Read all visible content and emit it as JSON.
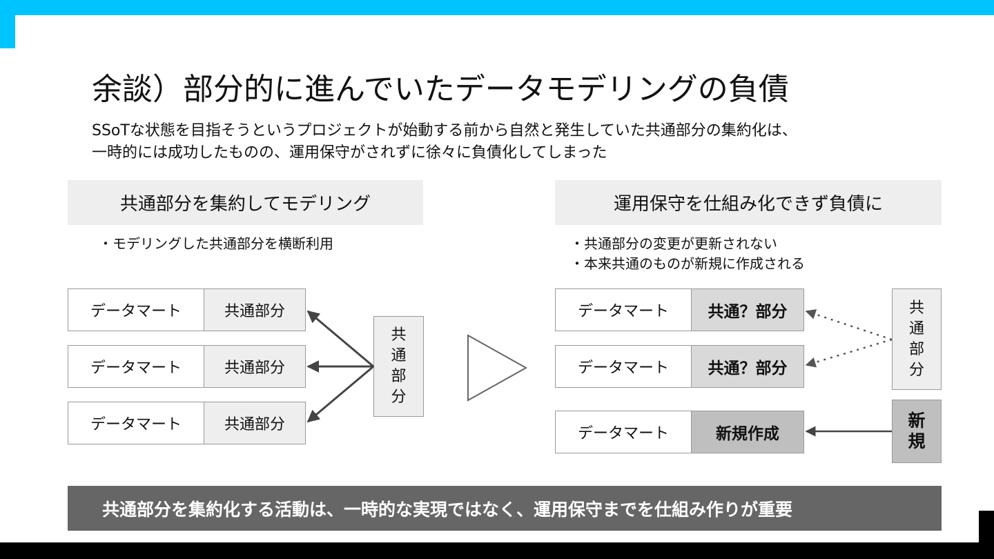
{
  "slide": {
    "title": "余談）部分的に進んでいたデータモデリングの負債",
    "subtitle_lines": [
      "SSoTな状態を目指そうというプロジェクトが始動する前から自然と発生していた共通部分の集約化は、",
      "一時的には成功したものの、運用保守がされずに徐々に負債化してしまった"
    ]
  },
  "left": {
    "heading": "共通部分を集約してモデリング",
    "bullets": [
      "・モデリングした共通部分を横断利用"
    ],
    "rows": [
      {
        "mart": "データマート",
        "common": "共通部分"
      },
      {
        "mart": "データマート",
        "common": "共通部分"
      },
      {
        "mart": "データマート",
        "common": "共通部分"
      }
    ],
    "source_chars": [
      "共",
      "通",
      "部",
      "分"
    ]
  },
  "right": {
    "heading": "運用保守を仕組み化できず負債に",
    "bullets": [
      "・共通部分の変更が更新されない",
      "・本来共通のものが新規に作成される"
    ],
    "rows": [
      {
        "mart": "データマート",
        "common": "共通？部分"
      },
      {
        "mart": "データマート",
        "common": "共通？部分"
      },
      {
        "mart": "データマート",
        "common": "新規作成"
      }
    ],
    "source_chars": [
      "共",
      "通",
      "部",
      "分"
    ],
    "new_chars": [
      "新",
      "規"
    ]
  },
  "footer": {
    "text": "共通部分を集約化する活動は、一時的な実現ではなく、運用保守までを仕組み作りが重要"
  },
  "colors": {
    "accent": "#00c4ff",
    "panel": "#eeeeee",
    "footer": "#666666"
  }
}
